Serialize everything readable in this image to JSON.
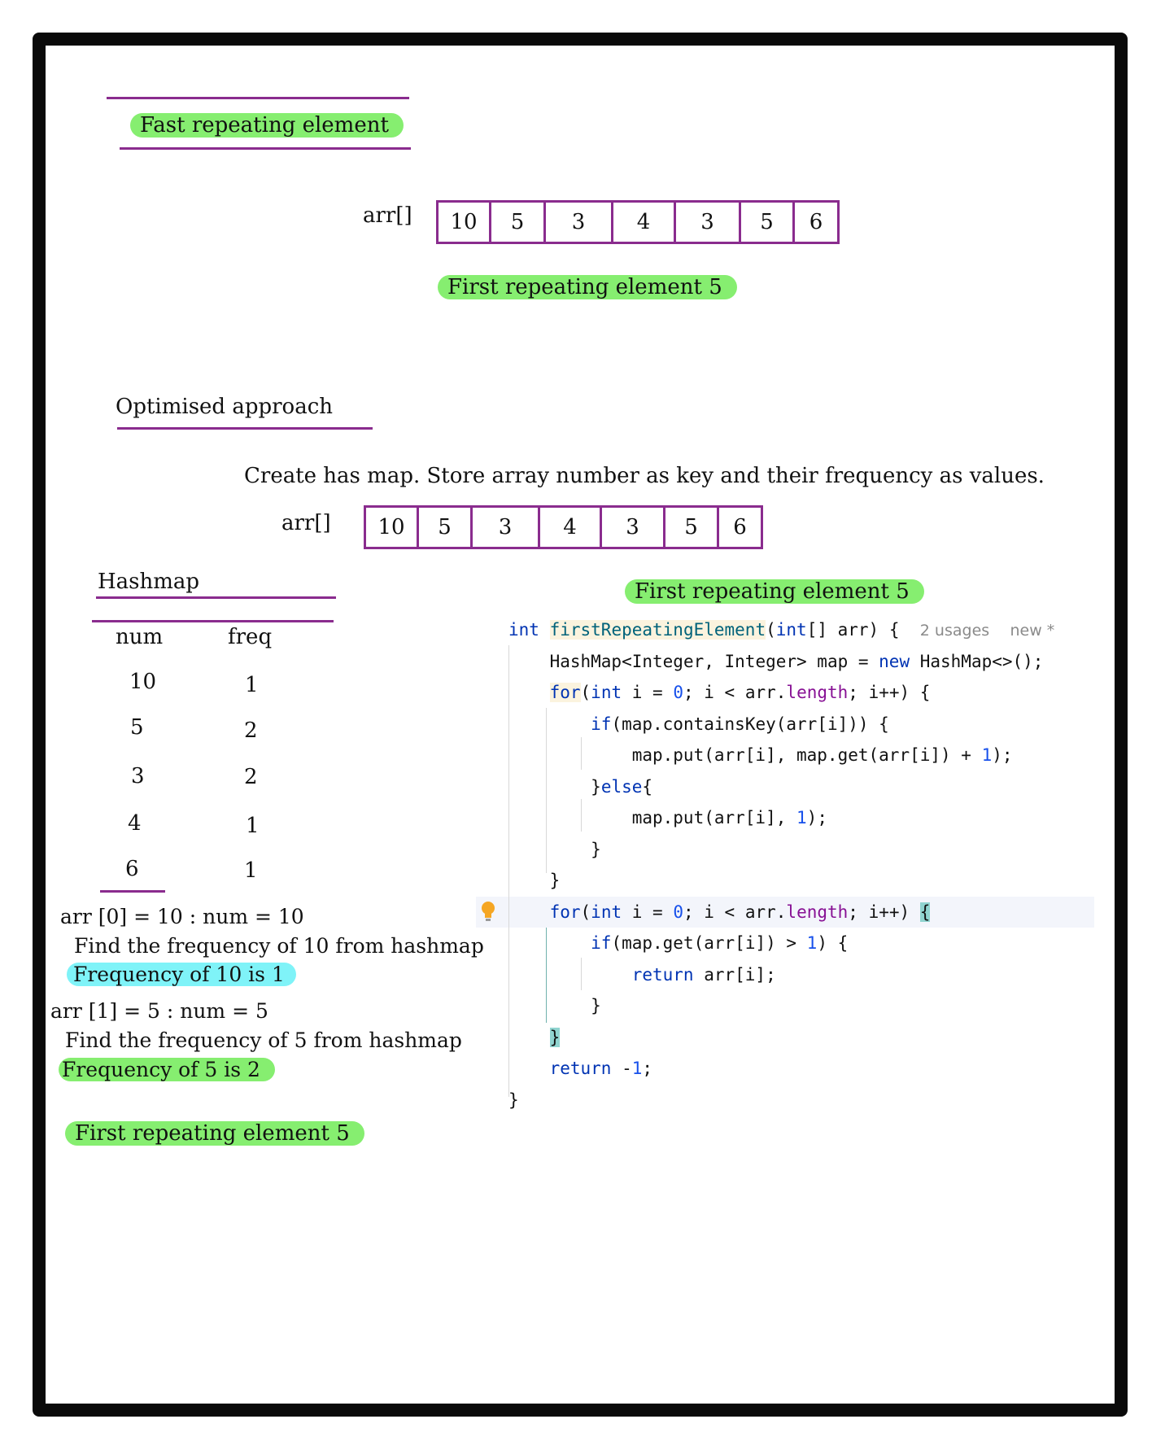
{
  "title": "Fast repeating element",
  "top_array": {
    "label": "arr[]",
    "values": [
      "10",
      "5",
      "3",
      "4",
      "3",
      "5",
      "6"
    ]
  },
  "result1": "First repeating element 5",
  "section": "Optimised approach",
  "description": "Create has map. Store array number as key and their frequency as values.",
  "second_array": {
    "label": "arr[]",
    "values": [
      "10",
      "5",
      "3",
      "4",
      "3",
      "5",
      "6"
    ]
  },
  "hashmap": {
    "title": "Hashmap",
    "headers": [
      "num",
      "freq"
    ],
    "rows": [
      [
        "10",
        "1"
      ],
      [
        "5",
        "2"
      ],
      [
        "3",
        "2"
      ],
      [
        "4",
        "1"
      ],
      [
        "6",
        "1"
      ]
    ]
  },
  "result2": "First repeating element 5",
  "steps": {
    "s1": "arr [0] = 10 : num = 10",
    "s2": "Find the frequency of 10 from hashmap",
    "s3": "Frequency of 10 is 1",
    "s4": "arr [1] = 5 : num = 5",
    "s5": "Find the frequency of 5 from hashmap",
    "s6": "Frequency of 5 is 2"
  },
  "result3": "First repeating element 5",
  "code": {
    "line1": {
      "kw1": "int",
      "fn": "firstRepeatingElement",
      "rest1": "(",
      "kw2": "int",
      "rest2": "[] arr) {",
      "hint1": "2 usages",
      "hint2": "new *"
    },
    "line2": {
      "a": "HashMap<Integer, Integer> map = ",
      "kw": "new",
      "b": " HashMap<>();"
    },
    "line3": {
      "kw1": "for",
      "a": "(",
      "kw2": "int",
      "b": " i = ",
      "n": "0",
      "c": "; i < arr.",
      "f": "length",
      "d": "; i++) {"
    },
    "line4": {
      "kw": "if",
      "a": "(map.containsKey(arr[i])) {"
    },
    "line5": {
      "a": "map.put(arr[i], map.get(arr[i]) + ",
      "n": "1",
      "b": ");"
    },
    "line6": {
      "a": "}",
      "kw": "else",
      "b": "{"
    },
    "line7": {
      "a": "map.put(arr[i], ",
      "n": "1",
      "b": ");"
    },
    "line8": "}",
    "line9": "}",
    "line10": {
      "kw1": "for",
      "a": "(",
      "kw2": "int",
      "b": " i = ",
      "n": "0",
      "c": "; i < arr.",
      "f": "length",
      "d": "; i++) ",
      "brace": "{"
    },
    "line11": {
      "kw": "if",
      "a": "(map.get(arr[i]) > ",
      "n": "1",
      "b": ") {"
    },
    "line12": {
      "kw": "return",
      "a": " arr[i];"
    },
    "line13": "}",
    "line14": "}",
    "line15": {
      "kw": "return",
      "a": " -",
      "n": "1",
      "b": ";"
    },
    "line16": "}"
  },
  "colors": {
    "frame": "#0a0a0a",
    "purple": "#8a2c8e",
    "green_highlight": "#86ee70",
    "cyan_highlight": "#7ff3f8",
    "keyword": "#0033b3",
    "number": "#1750eb"
  }
}
